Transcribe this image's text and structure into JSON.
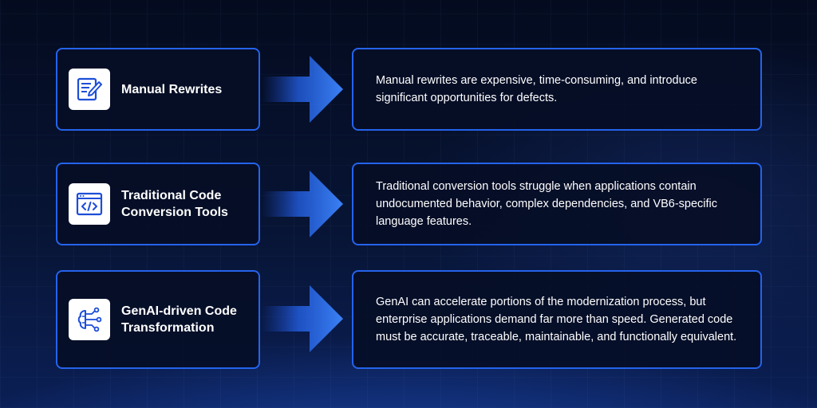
{
  "rows": [
    {
      "icon": "document-edit-icon",
      "title": "Manual Rewrites",
      "description": "Manual rewrites are expensive, time-consuming, and introduce significant opportunities for defects."
    },
    {
      "icon": "code-window-icon",
      "title": "Traditional Code Conversion Tools",
      "description": "Traditional conversion tools struggle when applications contain undocumented behavior, complex dependencies, and VB6-specific language features."
    },
    {
      "icon": "ai-brain-circuit-icon",
      "title": "GenAI-driven Code Transformation",
      "description": "GenAI can accelerate portions of the modernization process, but enterprise applications demand far more than speed. Generated code must be accurate, traceable, maintainable, and functionally equivalent."
    }
  ],
  "colors": {
    "accent": "#2563eb",
    "icon": "#1d4ed8",
    "panel": "#060e26",
    "text": "#ffffff"
  }
}
